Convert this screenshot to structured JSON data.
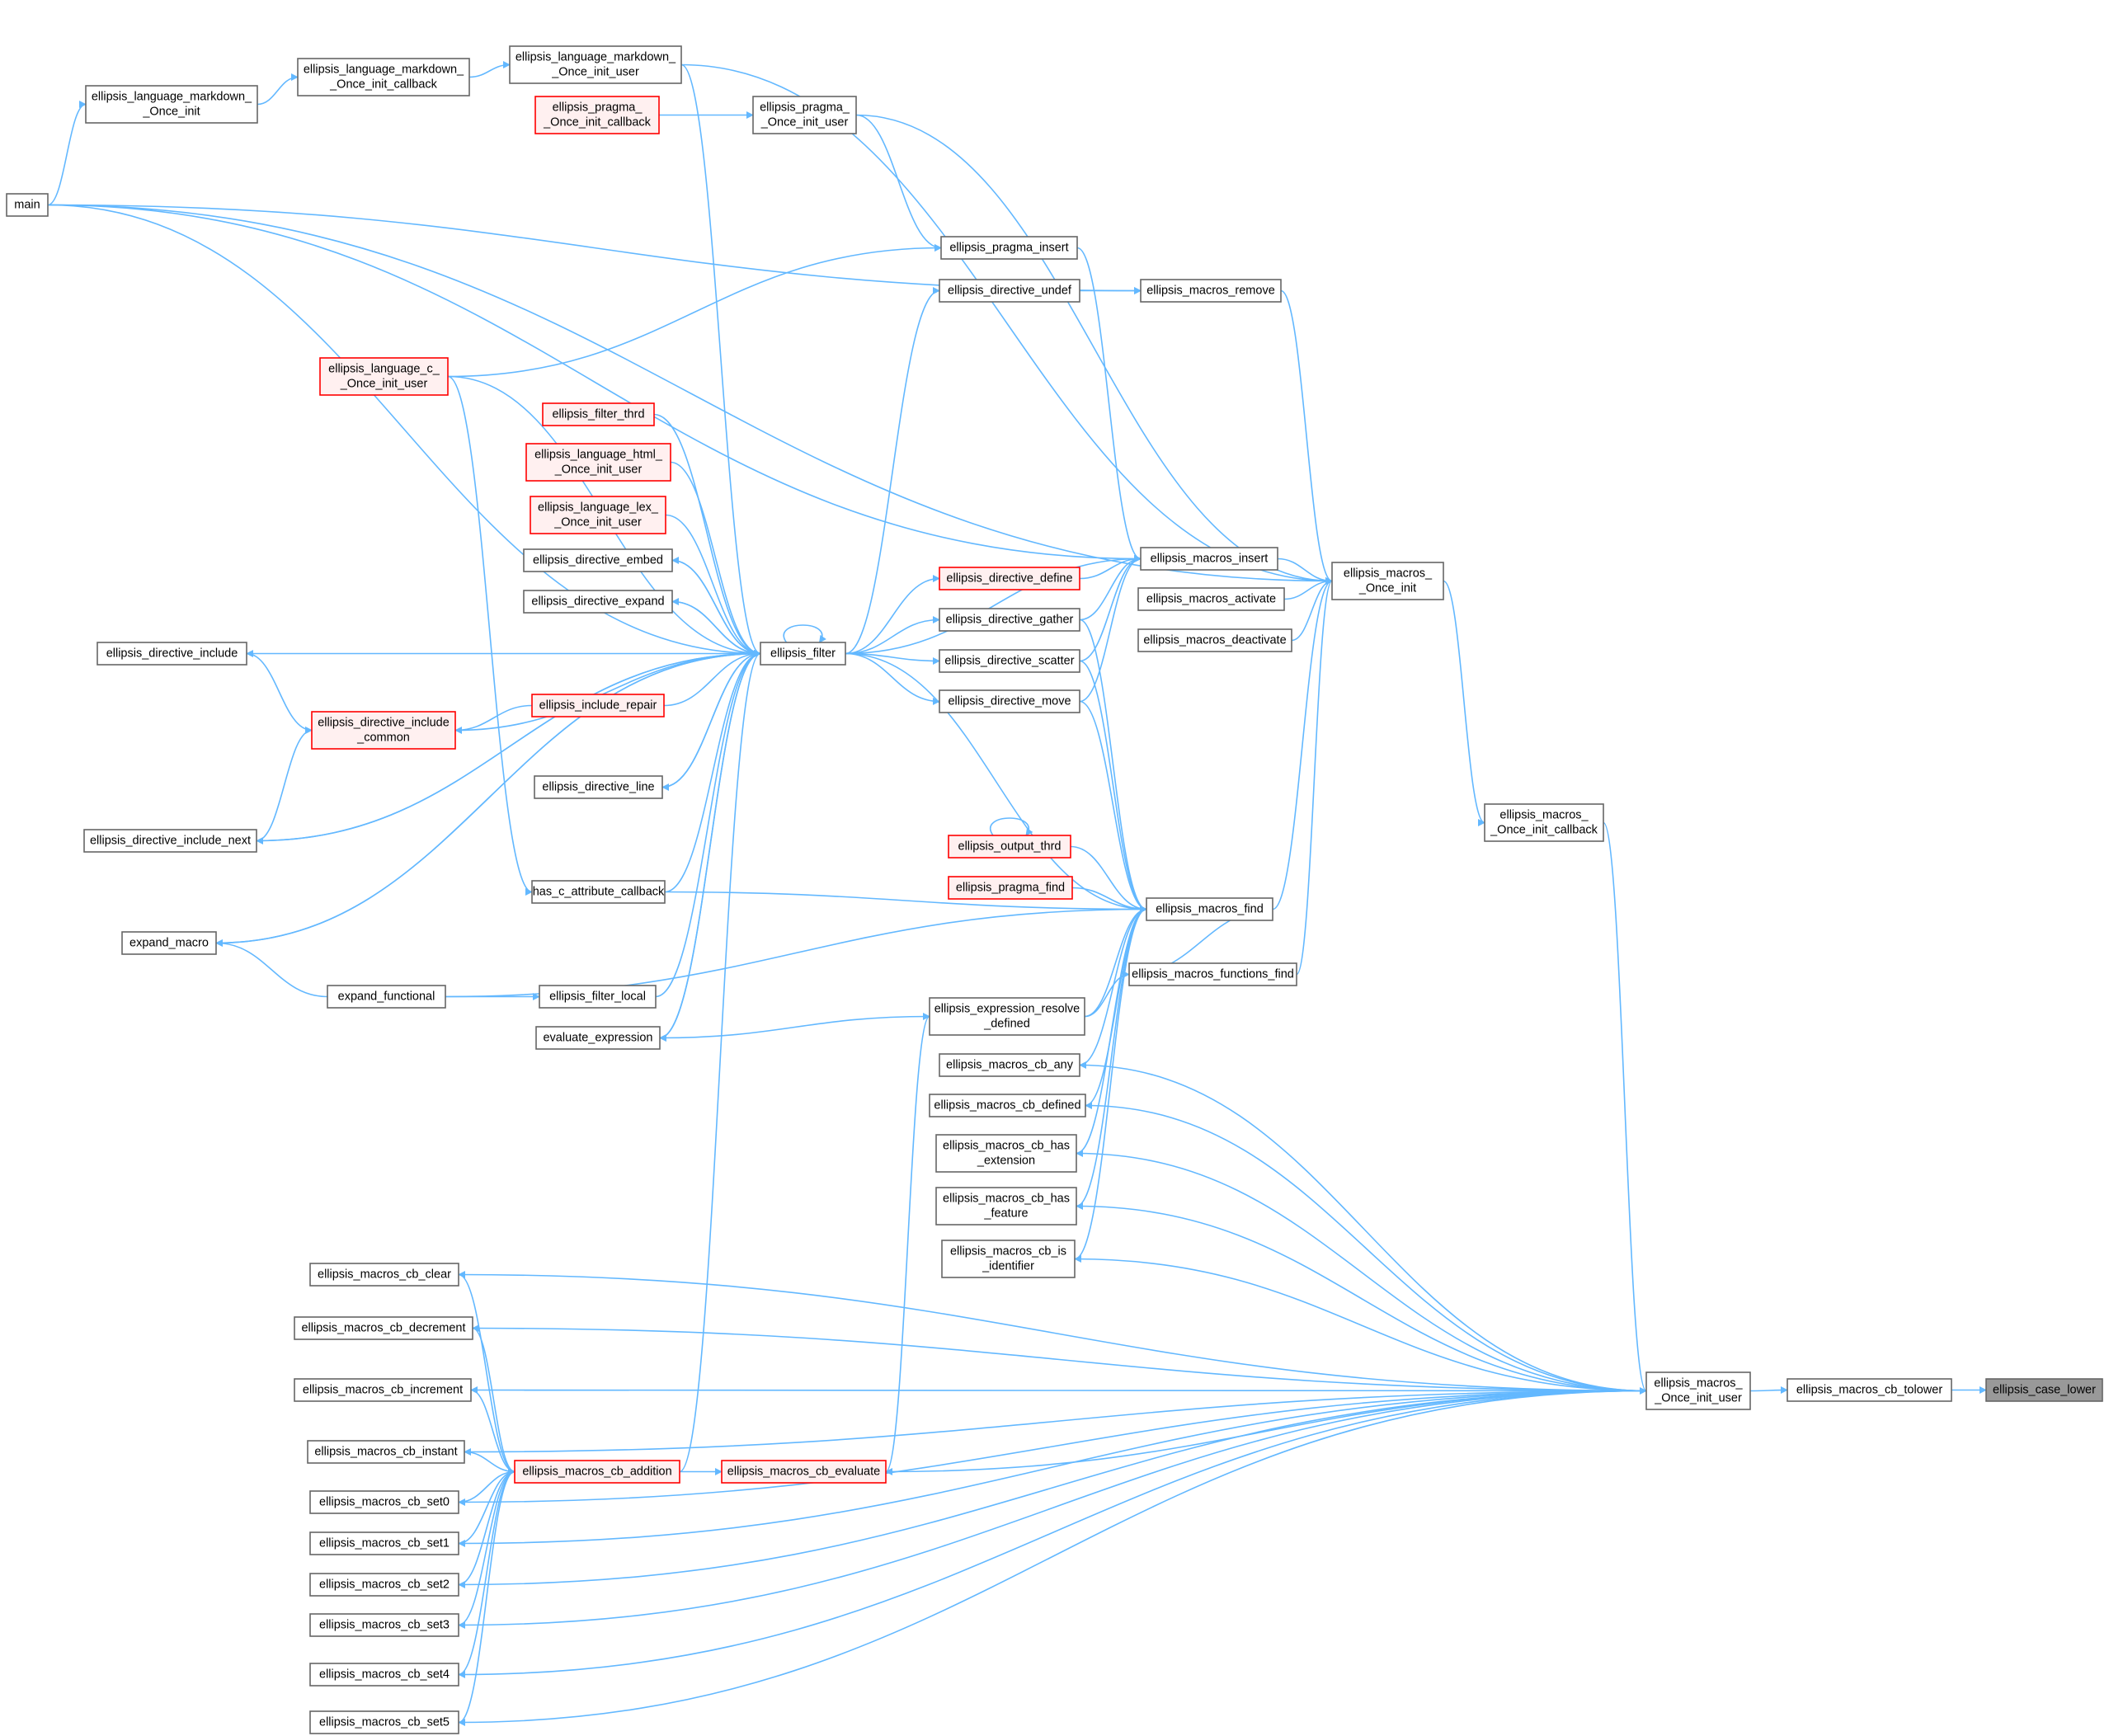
{
  "colors": {
    "edge": "#63b8ff",
    "node_border": "#666666",
    "node_fill": "#ffffff",
    "red_border": "#ff0000",
    "red_fill": "#fff0f0",
    "highlight_fill": "#999999",
    "highlight_border": "#666666"
  },
  "nodes": [
    {
      "id": "case_lower",
      "lines": [
        "ellipsis_case_lower"
      ],
      "style": "highlight"
    },
    {
      "id": "cb_tolower",
      "lines": [
        "ellipsis_macros_cb_tolower"
      ],
      "style": "normal"
    },
    {
      "id": "macros_once_user",
      "lines": [
        "ellipsis_macros_",
        "_Once_init_user"
      ],
      "style": "normal"
    },
    {
      "id": "macros_once_cb",
      "lines": [
        "ellipsis_macros_",
        "_Once_init_callback"
      ],
      "style": "normal"
    },
    {
      "id": "macros_once",
      "lines": [
        "ellipsis_macros_",
        "_Once_init"
      ],
      "style": "normal"
    },
    {
      "id": "macros_insert",
      "lines": [
        "ellipsis_macros_insert"
      ],
      "style": "normal"
    },
    {
      "id": "macros_activate",
      "lines": [
        "ellipsis_macros_activate"
      ],
      "style": "normal"
    },
    {
      "id": "macros_deactivate",
      "lines": [
        "ellipsis_macros_deactivate"
      ],
      "style": "normal"
    },
    {
      "id": "macros_remove",
      "lines": [
        "ellipsis_macros_remove"
      ],
      "style": "normal"
    },
    {
      "id": "macros_find",
      "lines": [
        "ellipsis_macros_find"
      ],
      "style": "normal"
    },
    {
      "id": "functions_find",
      "lines": [
        "ellipsis_macros_functions_find"
      ],
      "style": "normal"
    },
    {
      "id": "pragma_insert",
      "lines": [
        "ellipsis_pragma_insert"
      ],
      "style": "normal"
    },
    {
      "id": "directive_undef",
      "lines": [
        "ellipsis_directive_undef"
      ],
      "style": "normal"
    },
    {
      "id": "directive_define",
      "lines": [
        "ellipsis_directive_define"
      ],
      "style": "red"
    },
    {
      "id": "directive_gather",
      "lines": [
        "ellipsis_directive_gather"
      ],
      "style": "normal"
    },
    {
      "id": "directive_scatter",
      "lines": [
        "ellipsis_directive_scatter"
      ],
      "style": "normal"
    },
    {
      "id": "directive_move",
      "lines": [
        "ellipsis_directive_move"
      ],
      "style": "normal"
    },
    {
      "id": "output_thrd",
      "lines": [
        "ellipsis_output_thrd"
      ],
      "style": "red"
    },
    {
      "id": "pragma_find",
      "lines": [
        "ellipsis_pragma_find"
      ],
      "style": "red"
    },
    {
      "id": "expr_resolve",
      "lines": [
        "ellipsis_expression_resolve",
        "_defined"
      ],
      "style": "normal"
    },
    {
      "id": "cb_any",
      "lines": [
        "ellipsis_macros_cb_any"
      ],
      "style": "normal"
    },
    {
      "id": "cb_defined",
      "lines": [
        "ellipsis_macros_cb_defined"
      ],
      "style": "normal"
    },
    {
      "id": "cb_has_ext",
      "lines": [
        "ellipsis_macros_cb_has",
        "_extension"
      ],
      "style": "normal"
    },
    {
      "id": "cb_has_feat",
      "lines": [
        "ellipsis_macros_cb_has",
        "_feature"
      ],
      "style": "normal"
    },
    {
      "id": "cb_is_ident",
      "lines": [
        "ellipsis_macros_cb_is",
        "_identifier"
      ],
      "style": "normal"
    },
    {
      "id": "cb_evaluate",
      "lines": [
        "ellipsis_macros_cb_evaluate"
      ],
      "style": "red"
    },
    {
      "id": "cb_addition",
      "lines": [
        "ellipsis_macros_cb_addition"
      ],
      "style": "red"
    },
    {
      "id": "cb_clear",
      "lines": [
        "ellipsis_macros_cb_clear"
      ],
      "style": "normal"
    },
    {
      "id": "cb_decrement",
      "lines": [
        "ellipsis_macros_cb_decrement"
      ],
      "style": "normal"
    },
    {
      "id": "cb_increment",
      "lines": [
        "ellipsis_macros_cb_increment"
      ],
      "style": "normal"
    },
    {
      "id": "cb_instant",
      "lines": [
        "ellipsis_macros_cb_instant"
      ],
      "style": "normal"
    },
    {
      "id": "cb_set0",
      "lines": [
        "ellipsis_macros_cb_set0"
      ],
      "style": "normal"
    },
    {
      "id": "cb_set1",
      "lines": [
        "ellipsis_macros_cb_set1"
      ],
      "style": "normal"
    },
    {
      "id": "cb_set2",
      "lines": [
        "ellipsis_macros_cb_set2"
      ],
      "style": "normal"
    },
    {
      "id": "cb_set3",
      "lines": [
        "ellipsis_macros_cb_set3"
      ],
      "style": "normal"
    },
    {
      "id": "cb_set4",
      "lines": [
        "ellipsis_macros_cb_set4"
      ],
      "style": "normal"
    },
    {
      "id": "cb_set5",
      "lines": [
        "ellipsis_macros_cb_set5"
      ],
      "style": "normal"
    },
    {
      "id": "filter",
      "lines": [
        "ellipsis_filter"
      ],
      "style": "normal"
    },
    {
      "id": "filter_thrd",
      "lines": [
        "ellipsis_filter_thrd"
      ],
      "style": "red"
    },
    {
      "id": "lang_html_user",
      "lines": [
        "ellipsis_language_html_",
        "_Once_init_user"
      ],
      "style": "red"
    },
    {
      "id": "lang_lex_user",
      "lines": [
        "ellipsis_language_lex_",
        "_Once_init_user"
      ],
      "style": "red"
    },
    {
      "id": "directive_embed",
      "lines": [
        "ellipsis_directive_embed"
      ],
      "style": "normal"
    },
    {
      "id": "directive_expand",
      "lines": [
        "ellipsis_directive_expand"
      ],
      "style": "normal"
    },
    {
      "id": "include_repair",
      "lines": [
        "ellipsis_include_repair"
      ],
      "style": "red"
    },
    {
      "id": "directive_line",
      "lines": [
        "ellipsis_directive_line"
      ],
      "style": "normal"
    },
    {
      "id": "has_c_attr",
      "lines": [
        "has_c_attribute_callback"
      ],
      "style": "normal"
    },
    {
      "id": "filter_local",
      "lines": [
        "ellipsis_filter_local"
      ],
      "style": "normal"
    },
    {
      "id": "evaluate_expr",
      "lines": [
        "evaluate_expression"
      ],
      "style": "normal"
    },
    {
      "id": "lang_c_user",
      "lines": [
        "ellipsis_language_c_",
        "_Once_init_user"
      ],
      "style": "red"
    },
    {
      "id": "lang_md_user",
      "lines": [
        "ellipsis_language_markdown_",
        "_Once_init_user"
      ],
      "style": "normal"
    },
    {
      "id": "lang_md_cb",
      "lines": [
        "ellipsis_language_markdown_",
        "_Once_init_callback"
      ],
      "style": "normal"
    },
    {
      "id": "lang_md_once",
      "lines": [
        "ellipsis_language_markdown_",
        "_Once_init"
      ],
      "style": "normal"
    },
    {
      "id": "pragma_cb",
      "lines": [
        "ellipsis_pragma_",
        "_Once_init_callback"
      ],
      "style": "red"
    },
    {
      "id": "pragma_user",
      "lines": [
        "ellipsis_pragma_",
        "_Once_init_user"
      ],
      "style": "normal"
    },
    {
      "id": "main",
      "lines": [
        "main"
      ],
      "style": "normal"
    },
    {
      "id": "directive_include",
      "lines": [
        "ellipsis_directive_include"
      ],
      "style": "normal"
    },
    {
      "id": "include_common",
      "lines": [
        "ellipsis_directive_include",
        "_common"
      ],
      "style": "red"
    },
    {
      "id": "include_next",
      "lines": [
        "ellipsis_directive_include_next"
      ],
      "style": "normal"
    },
    {
      "id": "expand_macro",
      "lines": [
        "expand_macro"
      ],
      "style": "normal"
    },
    {
      "id": "expand_functional",
      "lines": [
        "expand_functional"
      ],
      "style": "normal"
    }
  ],
  "edges": [
    [
      "cb_tolower",
      "case_lower"
    ],
    [
      "macros_once_user",
      "cb_tolower"
    ],
    [
      "macros_once_cb",
      "macros_once_user"
    ],
    [
      "macros_once",
      "macros_once_cb"
    ],
    [
      "macros_insert",
      "macros_once"
    ],
    [
      "macros_activate",
      "macros_once"
    ],
    [
      "macros_deactivate",
      "macros_once"
    ],
    [
      "macros_remove",
      "macros_once"
    ],
    [
      "macros_find",
      "macros_once"
    ],
    [
      "functions_find",
      "macros_once"
    ],
    [
      "lang_md_user",
      "macros_once"
    ],
    [
      "pragma_user",
      "macros_once"
    ],
    [
      "main",
      "macros_once"
    ],
    [
      "functions_find",
      "macros_find"
    ],
    [
      "directive_undef",
      "macros_remove"
    ],
    [
      "main",
      "macros_remove"
    ],
    [
      "pragma_insert",
      "macros_insert"
    ],
    [
      "directive_define",
      "macros_insert"
    ],
    [
      "directive_gather",
      "macros_insert"
    ],
    [
      "directive_scatter",
      "macros_insert"
    ],
    [
      "directive_move",
      "macros_insert"
    ],
    [
      "main",
      "macros_insert"
    ],
    [
      "filter",
      "macros_insert"
    ],
    [
      "directive_gather",
      "macros_find"
    ],
    [
      "directive_scatter",
      "macros_find"
    ],
    [
      "directive_move",
      "macros_find"
    ],
    [
      "output_thrd",
      "macros_find"
    ],
    [
      "pragma_find",
      "macros_find"
    ],
    [
      "expr_resolve",
      "macros_find"
    ],
    [
      "cb_any",
      "macros_find"
    ],
    [
      "cb_defined",
      "macros_find"
    ],
    [
      "cb_has_ext",
      "macros_find"
    ],
    [
      "cb_has_feat",
      "macros_find"
    ],
    [
      "cb_is_ident",
      "macros_find"
    ],
    [
      "has_c_attr",
      "macros_find"
    ],
    [
      "expand_functional",
      "macros_find"
    ],
    [
      "filter",
      "macros_find"
    ],
    [
      "expr_resolve",
      "functions_find"
    ],
    [
      "cb_evaluate",
      "expr_resolve"
    ],
    [
      "macros_once_user",
      "cb_any"
    ],
    [
      "macros_once_user",
      "cb_defined"
    ],
    [
      "macros_once_user",
      "cb_has_ext"
    ],
    [
      "macros_once_user",
      "cb_has_feat"
    ],
    [
      "macros_once_user",
      "cb_is_ident"
    ],
    [
      "macros_once_user",
      "cb_clear"
    ],
    [
      "macros_once_user",
      "cb_decrement"
    ],
    [
      "macros_once_user",
      "cb_increment"
    ],
    [
      "macros_once_user",
      "cb_instant"
    ],
    [
      "macros_once_user",
      "cb_evaluate"
    ],
    [
      "macros_once_user",
      "cb_set0"
    ],
    [
      "macros_once_user",
      "cb_set1"
    ],
    [
      "macros_once_user",
      "cb_set2"
    ],
    [
      "macros_once_user",
      "cb_set3"
    ],
    [
      "macros_once_user",
      "cb_set4"
    ],
    [
      "macros_once_user",
      "cb_set5"
    ],
    [
      "cb_addition",
      "cb_evaluate"
    ],
    [
      "cb_clear",
      "cb_addition"
    ],
    [
      "cb_decrement",
      "cb_addition"
    ],
    [
      "cb_increment",
      "cb_addition"
    ],
    [
      "cb_instant",
      "cb_addition"
    ],
    [
      "cb_set0",
      "cb_addition"
    ],
    [
      "cb_set1",
      "cb_addition"
    ],
    [
      "cb_set2",
      "cb_addition"
    ],
    [
      "cb_set3",
      "cb_addition"
    ],
    [
      "cb_set4",
      "cb_addition"
    ],
    [
      "cb_set5",
      "cb_addition"
    ],
    [
      "cb_addition",
      "filter"
    ],
    [
      "filter",
      "filter"
    ],
    [
      "filter_thrd",
      "filter"
    ],
    [
      "lang_html_user",
      "filter"
    ],
    [
      "lang_lex_user",
      "filter"
    ],
    [
      "directive_embed",
      "filter"
    ],
    [
      "directive_expand",
      "filter"
    ],
    [
      "include_repair",
      "filter"
    ],
    [
      "directive_line",
      "filter"
    ],
    [
      "has_c_attr",
      "filter"
    ],
    [
      "filter_local",
      "filter"
    ],
    [
      "evaluate_expr",
      "filter"
    ],
    [
      "lang_c_user",
      "filter"
    ],
    [
      "lang_md_user",
      "filter"
    ],
    [
      "main",
      "filter"
    ],
    [
      "include_common",
      "filter"
    ],
    [
      "include_next",
      "filter"
    ],
    [
      "expand_macro",
      "filter"
    ],
    [
      "filter",
      "directive_undef"
    ],
    [
      "filter",
      "directive_define"
    ],
    [
      "filter",
      "directive_gather"
    ],
    [
      "filter",
      "directive_scatter"
    ],
    [
      "filter",
      "directive_move"
    ],
    [
      "filter",
      "directive_include"
    ],
    [
      "filter",
      "directive_embed"
    ],
    [
      "filter",
      "directive_expand"
    ],
    [
      "filter",
      "directive_line"
    ],
    [
      "filter",
      "include_next"
    ],
    [
      "filter",
      "expand_macro"
    ],
    [
      "filter",
      "evaluate_expr"
    ],
    [
      "expr_resolve",
      "evaluate_expr"
    ],
    [
      "include_repair",
      "include_common"
    ],
    [
      "directive_include",
      "include_common"
    ],
    [
      "include_next",
      "include_common"
    ],
    [
      "lang_c_user",
      "pragma_insert"
    ],
    [
      "pragma_user",
      "pragma_insert"
    ],
    [
      "pragma_cb",
      "pragma_user"
    ],
    [
      "lang_md_cb",
      "lang_md_user"
    ],
    [
      "lang_md_once",
      "lang_md_cb"
    ],
    [
      "main",
      "lang_md_once"
    ],
    [
      "lang_c_user",
      "has_c_attr"
    ],
    [
      "expand_functional",
      "expand_macro"
    ],
    [
      "expand_functional",
      "filter_local"
    ],
    [
      "output_thrd",
      "output_thrd"
    ]
  ]
}
